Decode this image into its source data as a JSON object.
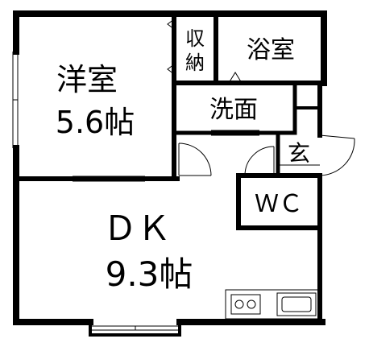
{
  "rooms": {
    "western_room": {
      "name": "洋室",
      "size": "5.6帖"
    },
    "storage": {
      "line1": "収",
      "line2": "納"
    },
    "bathroom": {
      "name": "浴室"
    },
    "washroom": {
      "name": "洗面"
    },
    "entrance": {
      "name": "玄"
    },
    "toilet": {
      "name": "ＷＣ"
    },
    "dk": {
      "name": "ＤＫ",
      "size": "9.3帖"
    }
  },
  "colors": {
    "wall": "#000000",
    "background": "#ffffff"
  }
}
